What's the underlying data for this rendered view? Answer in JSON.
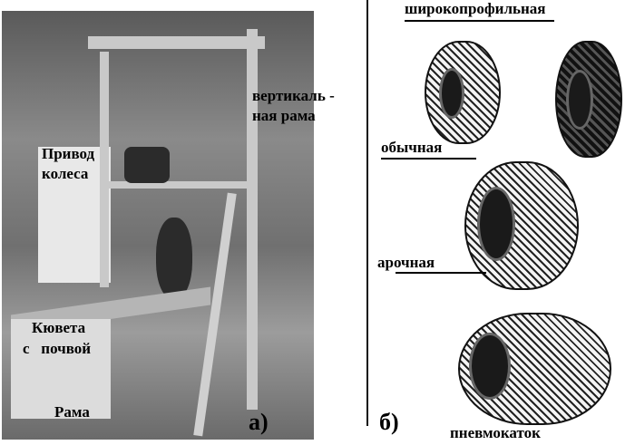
{
  "panel_a": {
    "caption": "а)",
    "labels": {
      "vertical_frame_line1": "вертикаль -",
      "vertical_frame_line2": "ная рама",
      "wheel_drive_line1": "Привод",
      "wheel_drive_line2": "колеса",
      "soil_bin_line1": "Кювета",
      "soil_bin_line2": "с   почвой",
      "frame": "Рама"
    }
  },
  "panel_b": {
    "caption": "б)",
    "tires": [
      {
        "label": "широкопрофильная"
      },
      {
        "label": "обычная"
      },
      {
        "label": "арочная"
      },
      {
        "label": "пневмокаток"
      }
    ]
  }
}
